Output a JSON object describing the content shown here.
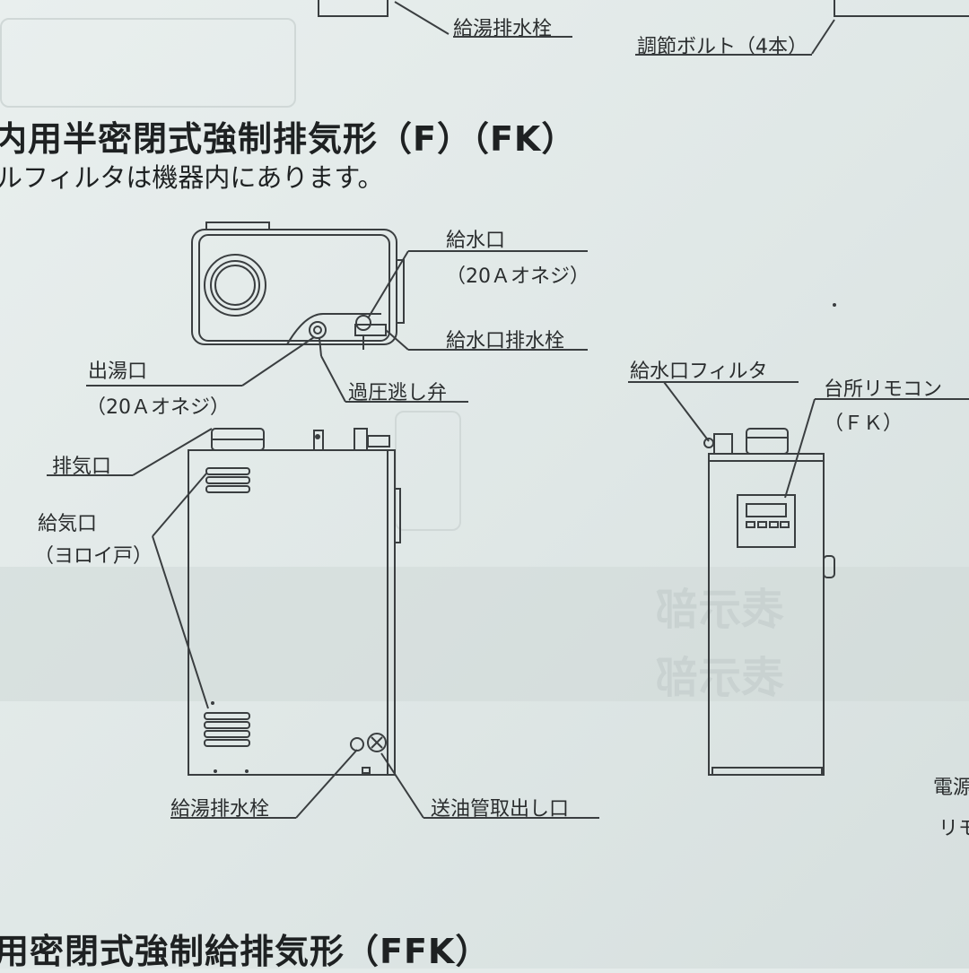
{
  "top": {
    "drain_label_top": "給湯排水栓",
    "bolt_label": "調節ボルト（4本）"
  },
  "section_f": {
    "heading": "内用半密閉式強制排気形（F）（FK）",
    "subline": "ルフィルタは機器内にあります。"
  },
  "labels": {
    "water_inlet": "給水口",
    "water_inlet_size": "（20Ａオネジ）",
    "water_inlet_drain": "給水口排水栓",
    "hot_outlet": "出湯口",
    "hot_outlet_size": "（20Ａオネジ）",
    "relief_valve": "過圧逃し弁",
    "exhaust_port": "排気口",
    "air_intake": "給気口",
    "air_intake_type": "（ヨロイ戸）",
    "hot_drain": "給湯排水栓",
    "oil_pipe": "送油管取出し口",
    "inlet_filter": "給水口フィルタ",
    "kitchen_remote": "台所リモコン",
    "kitchen_remote_model": "（ＦＫ）",
    "power_cut": "電源",
    "remote_cut": "リモ"
  },
  "section_ffk": {
    "heading": "用密閉式強制給排気形（FFK）"
  },
  "background": {
    "display_section_a": "表示部",
    "display_section_b": "表示部"
  },
  "colors": {
    "paper": "#e4ebea",
    "ink": "#1e2122",
    "line": "#3a3e40"
  }
}
